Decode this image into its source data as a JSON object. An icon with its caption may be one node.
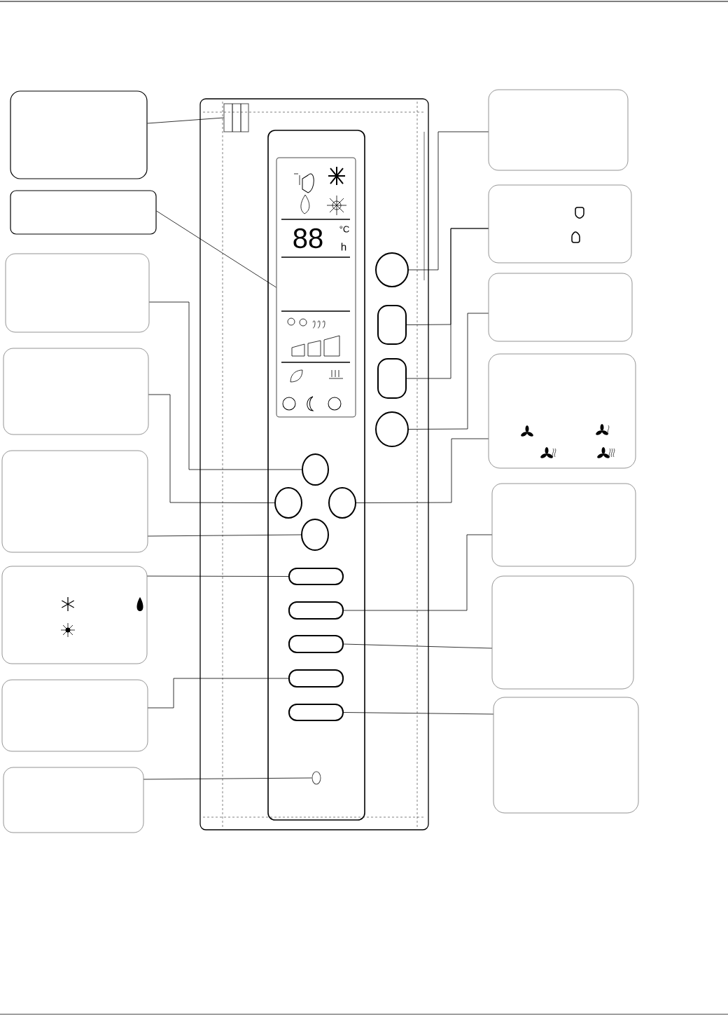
{
  "diagram": {
    "nodes": [
      {
        "text": [],
        "shape": "box"
      },
      {
        "text": [],
        "shape": "box"
      },
      {
        "text": [],
        "shape": "box"
      },
      {
        "text": [],
        "shape": "box"
      },
      {
        "text": [],
        "shape": "box"
      },
      {
        "text": [],
        "shape": "box"
      },
      {
        "text": [],
        "shape": "box"
      },
      {
        "text": [],
        "shape": "box"
      },
      {
        "text": [],
        "shape": "box"
      },
      {
        "text": [],
        "shape": "box"
      },
      {
        "text": [],
        "shape": "box"
      },
      {
        "text": [],
        "shape": "box"
      },
      {
        "text": [],
        "shape": "box"
      },
      {
        "text": [],
        "shape": "box"
      },
      {
        "text": [],
        "shape": "box"
      },
      {
        "text": [],
        "shape": "box"
      },
      {
        "text": [],
        "shape": "box"
      },
      {
        "text": [],
        "shape": "circle"
      },
      {
        "text": [],
        "shape": "oval"
      },
      {
        "text": [],
        "shape": "oval"
      },
      {
        "text": [],
        "shape": "circle"
      },
      {
        "text": [],
        "shape": "circle"
      },
      {
        "text": [],
        "shape": "circle"
      },
      {
        "text": [],
        "shape": "circle"
      },
      {
        "text": [],
        "shape": "circle"
      },
      {
        "text": [],
        "shape": "oval"
      },
      {
        "text": [],
        "shape": "oval"
      },
      {
        "text": [],
        "shape": "oval"
      },
      {
        "text": [],
        "shape": "oval"
      },
      {
        "text": [],
        "shape": "oval"
      },
      {
        "text": [],
        "shape": "circle"
      }
    ],
    "edges": [
      {
        "from": 0,
        "to": 15,
        "arrow": "none"
      },
      {
        "from": 1,
        "to": 16,
        "arrow": "none"
      },
      {
        "from": 2,
        "to": 21,
        "arrow": "none"
      },
      {
        "from": 3,
        "to": 22,
        "arrow": "none"
      },
      {
        "from": 4,
        "to": 24,
        "arrow": "none"
      },
      {
        "from": 5,
        "to": 25,
        "arrow": "none"
      },
      {
        "from": 6,
        "to": 28,
        "arrow": "none"
      },
      {
        "from": 7,
        "to": 30,
        "arrow": "none"
      },
      {
        "from": 8,
        "to": 17,
        "arrow": "none"
      },
      {
        "from": 9,
        "to": 18,
        "arrow": "none"
      },
      {
        "from": 9,
        "to": 19,
        "arrow": "none"
      },
      {
        "from": 10,
        "to": 20,
        "arrow": "none"
      },
      {
        "from": 11,
        "to": 23,
        "arrow": "none"
      },
      {
        "from": 12,
        "to": 26,
        "arrow": "none"
      },
      {
        "from": 13,
        "to": 27,
        "arrow": "none"
      },
      {
        "from": 14,
        "to": 29,
        "arrow": "none"
      }
    ],
    "labels": [
      "88",
      "°C",
      "h"
    ]
  }
}
